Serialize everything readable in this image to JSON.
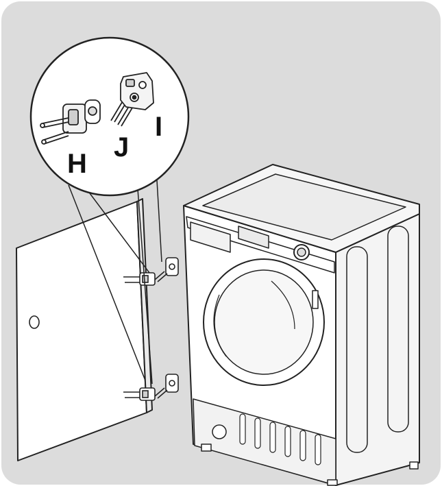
{
  "diagram": {
    "callout_labels": {
      "h": "H",
      "j": "J",
      "i": "I"
    },
    "colors": {
      "panel_background": "#dcdcdc",
      "line": "#222222",
      "part_fill": "#ffffff",
      "label_text": "#111111"
    }
  }
}
